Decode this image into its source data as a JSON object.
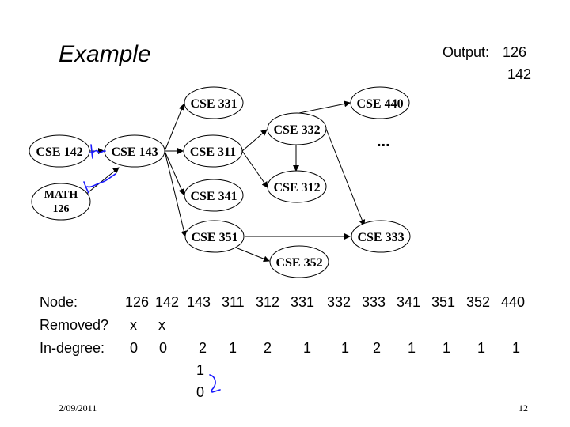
{
  "slide": {
    "title": "Example",
    "output_label": "Output:",
    "output_values": [
      "126",
      "142"
    ],
    "date": "2/09/2011",
    "page_number": "12",
    "ellipsis": "..."
  },
  "graph": {
    "nodes": {
      "cse142": "CSE 142",
      "cse143": "CSE 143",
      "math126_line1": "MATH",
      "math126_line2": "126",
      "cse331": "CSE 331",
      "cse311": "CSE 311",
      "cse341": "CSE 341",
      "cse351": "CSE 351",
      "cse332": "CSE 332",
      "cse312": "CSE 312",
      "cse352": "CSE 352",
      "cse440": "CSE 440",
      "cse333": "CSE 333"
    },
    "edges": [
      [
        "cse142",
        "cse143"
      ],
      [
        "math126",
        "cse143"
      ],
      [
        "cse143",
        "cse331"
      ],
      [
        "cse143",
        "cse311"
      ],
      [
        "cse143",
        "cse341"
      ],
      [
        "cse143",
        "cse351"
      ],
      [
        "cse311",
        "cse332"
      ],
      [
        "cse311",
        "cse312"
      ],
      [
        "cse332",
        "cse312"
      ],
      [
        "cse332",
        "cse440"
      ],
      [
        "cse332",
        "cse333"
      ],
      [
        "cse351",
        "cse333"
      ],
      [
        "cse351",
        "cse352"
      ]
    ],
    "annotation_color": "#1a1aff"
  },
  "table": {
    "node_label": "Node:",
    "removed_label": "Removed?",
    "indegree_label": "In-degree:",
    "nodes": [
      "126",
      "142",
      "143",
      "311",
      "312",
      "331",
      "332",
      "333",
      "341",
      "351",
      "352",
      "440"
    ],
    "removed": [
      "x",
      "x",
      "",
      "",
      "",
      "",
      "",
      "",
      "",
      "",
      "",
      ""
    ],
    "indegree": [
      "0",
      "0",
      "2",
      "1",
      "2",
      "1",
      "1",
      "2",
      "1",
      "1",
      "1",
      "1"
    ],
    "updates_143": [
      "1",
      "0"
    ]
  }
}
